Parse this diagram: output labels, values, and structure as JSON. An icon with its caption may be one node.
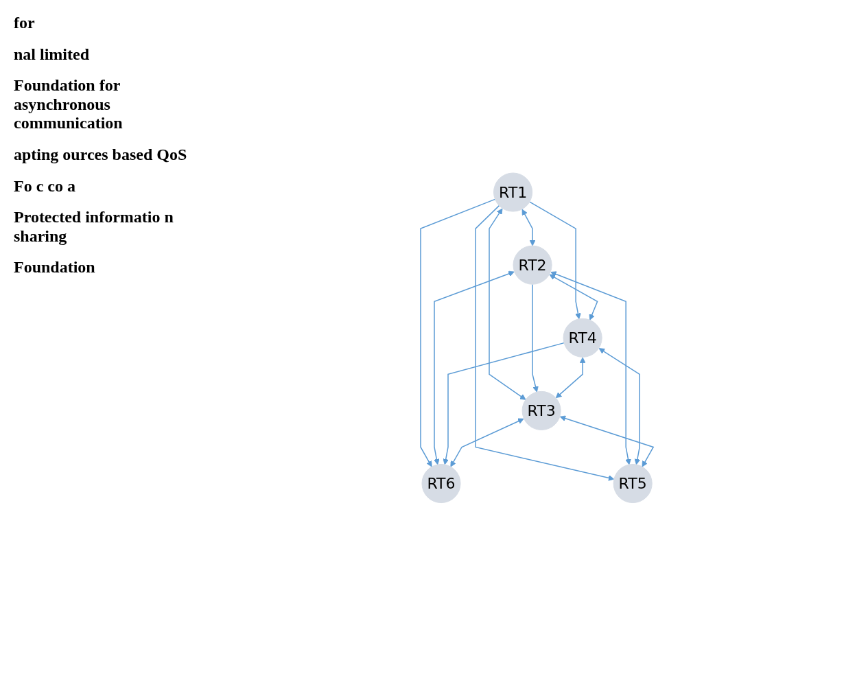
{
  "diagram": {
    "nodes": [
      {
        "text": [
          "RT1"
        ]
      },
      {
        "text": [
          "RT2"
        ]
      },
      {
        "text": [
          "RT3"
        ]
      },
      {
        "text": [
          "RT4"
        ]
      },
      {
        "text": [
          "RT5"
        ]
      },
      {
        "text": [
          "RT6"
        ]
      }
    ],
    "edges": [
      {
        "from": 0,
        "to": 1,
        "arrow": "both"
      },
      {
        "from": 0,
        "to": 2,
        "arrow": "both"
      },
      {
        "from": 0,
        "to": 3,
        "arrow": "to"
      },
      {
        "from": 0,
        "to": 4,
        "arrow": "to"
      },
      {
        "from": 0,
        "to": 5,
        "arrow": "to"
      },
      {
        "from": 1,
        "to": 3,
        "arrow": "both"
      },
      {
        "from": 1,
        "to": 2,
        "arrow": "to"
      },
      {
        "from": 1,
        "to": 4,
        "arrow": "both"
      },
      {
        "from": 1,
        "to": 5,
        "arrow": "both"
      },
      {
        "from": 3,
        "to": 2,
        "arrow": "both"
      },
      {
        "from": 3,
        "to": 4,
        "arrow": "both"
      },
      {
        "from": 3,
        "to": 5,
        "arrow": "to"
      },
      {
        "from": 2,
        "to": 5,
        "arrow": "both"
      },
      {
        "from": 2,
        "to": 4,
        "arrow": "both"
      }
    ],
    "labels": [
      "for",
      "nal limited",
      "Foundation for asynchronous communication",
      "apting ources based QoS",
      "Fo c co a",
      "Protected informatio n sharing",
      "Foundation"
    ]
  }
}
